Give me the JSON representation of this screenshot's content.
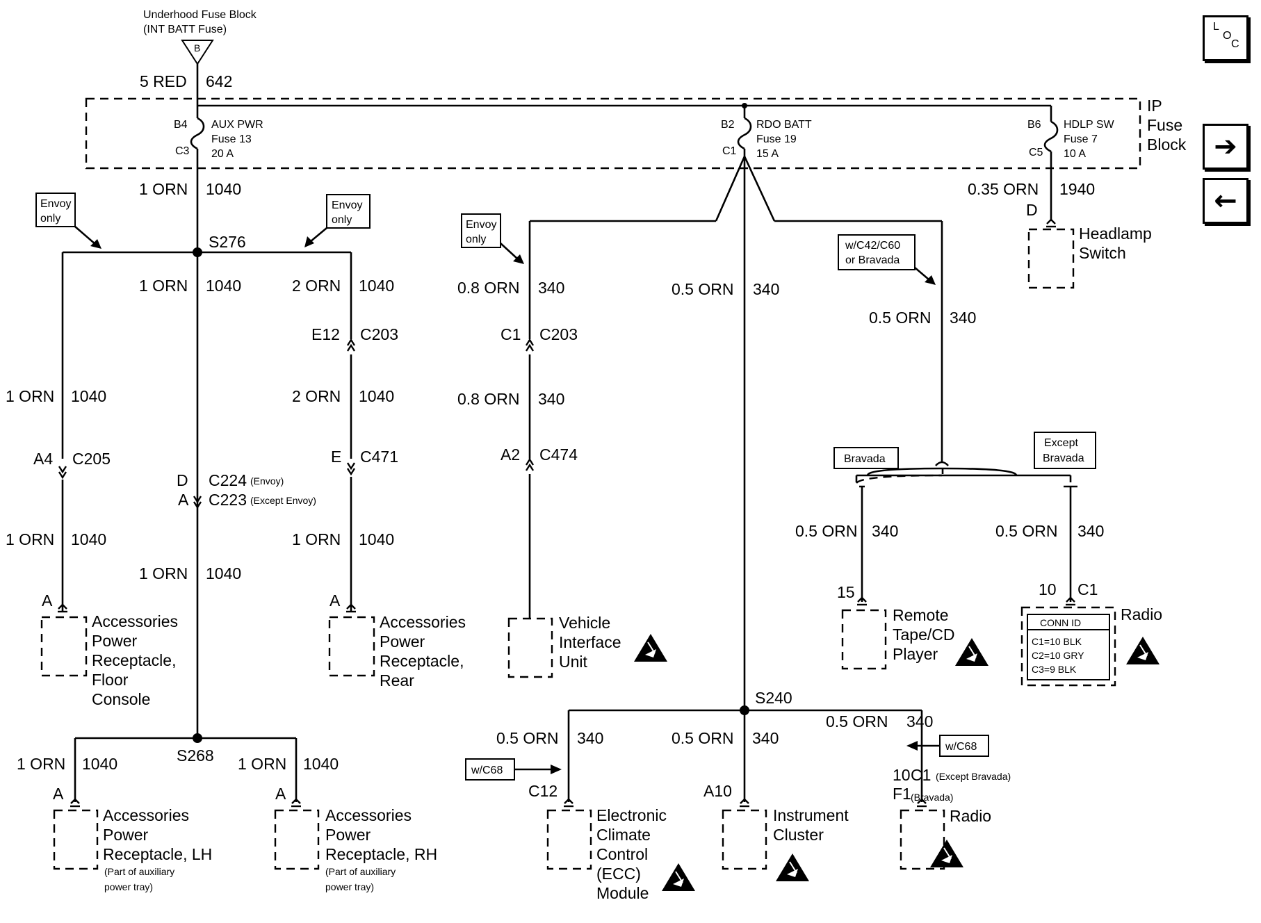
{
  "source": {
    "title": "Underhood Fuse Block",
    "subtitle": "(INT BATT Fuse)",
    "pin": "B",
    "wire_size": "5 RED",
    "circuit": "642"
  },
  "ip_fuse_block": {
    "label_1": "IP",
    "label_2": "Fuse",
    "label_3": "Block",
    "fuses": [
      {
        "in": "B4",
        "out": "C3",
        "name": "AUX PWR",
        "number": "Fuse 13",
        "rating": "20 A"
      },
      {
        "in": "B2",
        "out": "C1",
        "name": "RDO BATT",
        "number": "Fuse 19",
        "rating": "15 A"
      },
      {
        "in": "B6",
        "out": "C5",
        "name": "HDLP SW",
        "number": "Fuse 7",
        "rating": "10 A"
      }
    ]
  },
  "notes": {
    "envoy_1": "Envoy",
    "envoy_2": "only",
    "opt_1": "w/C42/C60",
    "opt_2": "or Bravada",
    "bravada": "Bravada",
    "except_1": "Except",
    "except_2": "Bravada",
    "wc68": "w/C68"
  },
  "wires": {
    "w1_orn": "1 ORN",
    "w2_orn": "2 ORN",
    "w08_orn": "0.8 ORN",
    "w05_orn": "0.5 ORN",
    "w035_orn": "0.35 ORN",
    "c1040": "1040",
    "c340": "340",
    "c1940": "1940"
  },
  "splices": {
    "s276": "S276",
    "s268": "S268",
    "s240": "S240"
  },
  "connectors": {
    "a4": "A4",
    "c205": "C205",
    "d": "D",
    "c224": "C224",
    "envoy_par": "(Envoy)",
    "a": "A",
    "c223": "C223",
    "except_envoy_par": "(Except Envoy)",
    "e12": "E12",
    "c203": "C203",
    "e": "E",
    "c471": "C471",
    "c1": "C1",
    "a2": "A2",
    "c474": "C474",
    "c12": "C12",
    "a10": "A10",
    "n10": "10",
    "f1": "F1",
    "except_bravada_par": "(Except Bravada)",
    "bravada_par": "(Bravada)",
    "n15": "15"
  },
  "components": {
    "floor": [
      "Accessories",
      "Power",
      "Receptacle,",
      "Floor",
      "Console"
    ],
    "rear": [
      "Accessories",
      "Power",
      "Receptacle,",
      "Rear"
    ],
    "lh": [
      "Accessories",
      "Power",
      "Receptacle, LH"
    ],
    "rh": [
      "Accessories",
      "Power",
      "Receptacle, RH"
    ],
    "tray_1": "(Part of auxiliary",
    "tray_2": "power tray)",
    "viu": [
      "Vehicle",
      "Interface",
      "Unit"
    ],
    "headlamp": [
      "Headlamp",
      "Switch"
    ],
    "tape": [
      "Remote",
      "Tape/CD",
      "Player"
    ],
    "radio": "Radio",
    "conn_id": {
      "title": "CONN ID",
      "rows": [
        "C1=10 BLK",
        "C2=10 GRY",
        "C3=9 BLK"
      ]
    },
    "ecc": [
      "Electronic",
      "Climate",
      "Control",
      "(ECC)",
      "Module"
    ],
    "cluster": [
      "Instrument",
      "Cluster"
    ]
  },
  "nav": {
    "loc_l": "L",
    "loc_o": "O",
    "loc_c": "C",
    "next_glyph": "➔",
    "prev_glyph": "←"
  }
}
